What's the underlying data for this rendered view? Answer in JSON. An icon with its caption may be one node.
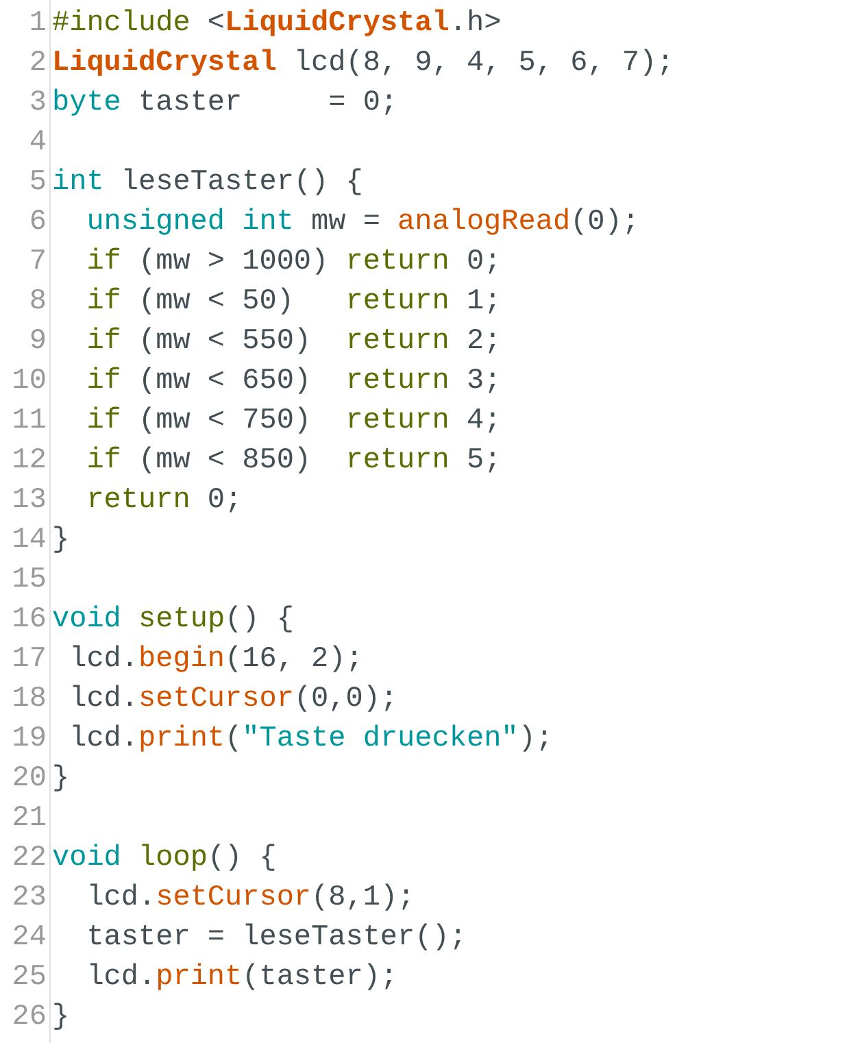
{
  "diagram": {
    "labels": [
      "1",
      "#include <LiquidCrystal.h>",
      "2",
      "LiquidCrystal lcd(8, 9, 4, 5, 6, 7);",
      "3",
      "byte taster     = 0;",
      "4",
      "5",
      "int leseTaster() {",
      "6",
      "unsigned int mw = analogRead(0);",
      "7",
      "if (mw > 1000) return 0;",
      "8",
      "if (mw < 50)   return 1;",
      "9",
      "if (mw < 550)  return 2;",
      "10",
      "if (mw < 650)  return 3;",
      "11",
      "if (mw < 750)  return 4;",
      "12",
      "if (mw < 850)  return 5;",
      "13",
      "return 0;",
      "14",
      "}",
      "15",
      "16",
      "void setup() {",
      "17",
      "lcd.begin(16, 2);",
      "18",
      "lcd.setCursor(0,0);",
      "19",
      "lcd.print(\"Taste druecken\");",
      "20",
      "}",
      "21",
      "22",
      "void loop() {",
      "23",
      "lcd.setCursor(8,1);",
      "24",
      "taster = leseTaster();",
      "25",
      "lcd.print(taster);",
      "26",
      "}"
    ]
  }
}
